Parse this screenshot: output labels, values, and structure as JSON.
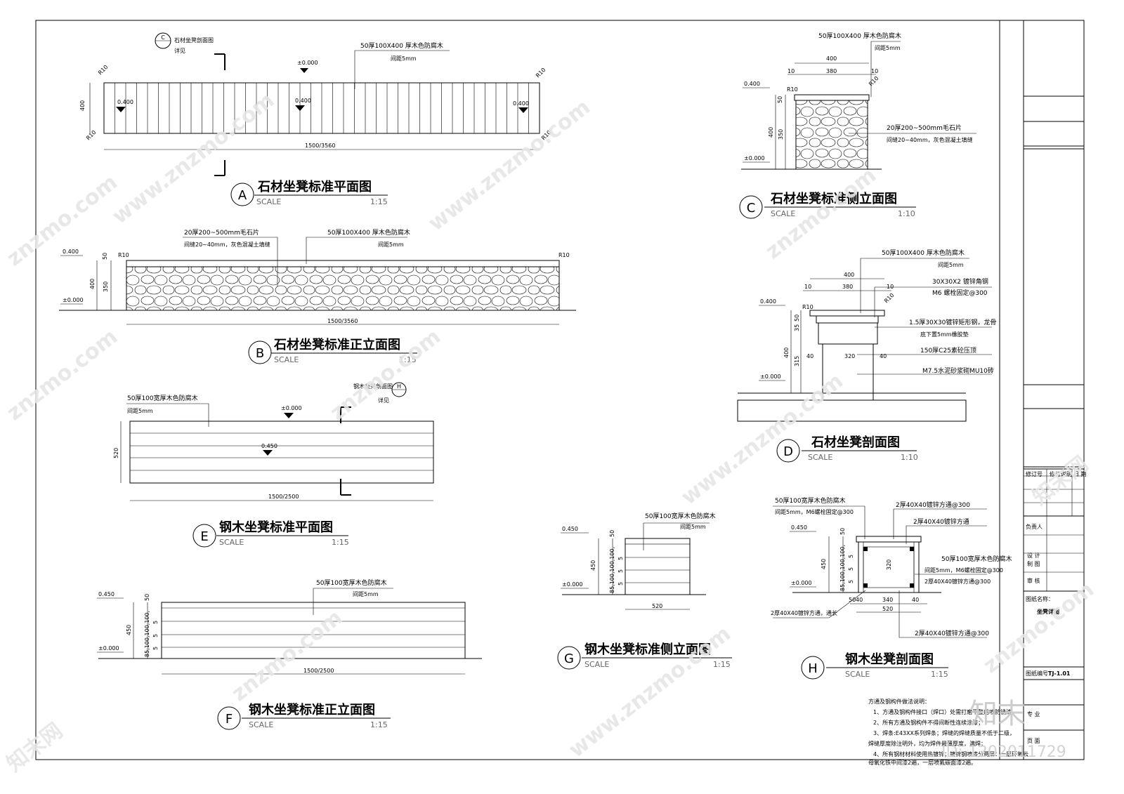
{
  "views": {
    "A": {
      "letter": "A",
      "title": "石材坐凳标准平面图",
      "scale_word": "SCALE",
      "scale": "1:15",
      "section_ref": "石材坐凳剖面图",
      "section_ref_sub": "详见",
      "section_letter": "C",
      "wood_note": "50厚100X400  厚木色防腐木",
      "wood_gap": "间距5mm",
      "elev_zero": "±0.000",
      "elev_top": "0.400",
      "dim_h": "400",
      "dim_len": "1500/3560",
      "radius": "R10"
    },
    "B": {
      "letter": "B",
      "title": "石材坐凳标准正立面图",
      "scale_word": "SCALE",
      "scale": "1:15",
      "stone_note": "20厚200~500mm毛石片",
      "stone_note2": "间缝20~40mm，灰色混凝土填缝",
      "wood_note": "50厚100X400  厚木色防腐木",
      "wood_gap": "间距5mm",
      "elev_top": "0.400",
      "elev_zero": "±0.000",
      "d50": "50",
      "d400": "400",
      "d350": "350",
      "dim_len": "1500/3560",
      "radius": "R10"
    },
    "C": {
      "letter": "C",
      "title": "石材坐凳标准侧立面图",
      "scale_word": "SCALE",
      "scale": "1:10",
      "wood_note": "50厚100X400  厚木色防腐木",
      "wood_gap": "间距5mm",
      "stone_note": "20厚200~500mm毛石片",
      "stone_note2": "间缝20~40mm，灰色混凝土填缝",
      "d400": "400",
      "d380": "380",
      "d10": "10",
      "d50": "50",
      "d350": "350",
      "elev_top": "0.400",
      "elev_zero": "±0.000",
      "radius": "R10"
    },
    "D": {
      "letter": "D",
      "title": "石材坐凳剖面图",
      "scale_word": "SCALE",
      "scale": "1:10",
      "wood_note": "50厚100X400  厚木色防腐木",
      "wood_gap": "间距5mm",
      "note1": "30X30X2  镀锌角钢",
      "note2": "M6 螺栓固定@300",
      "note3": "1.5厚30X30镀锌矩形钢，龙骨",
      "note4": "底下置5mm橡胶垫",
      "note5": "150厚C25素砼压顶",
      "note6": "M7.5水泥砂浆砌MU10砖",
      "d400": "400",
      "d380": "380",
      "d10": "10",
      "d35": "35",
      "d50": "50",
      "d315": "315",
      "d40": "40",
      "d320": "320",
      "elev_top": "0.400",
      "elev_zero": "±0.000",
      "radius": "R10"
    },
    "E": {
      "letter": "E",
      "title": "钢木坐凳标准平面图",
      "scale_word": "SCALE",
      "scale": "1:15",
      "wood_note": "50厚100宽厚木色防腐木",
      "wood_gap": "间距5mm",
      "section_ref": "钢木坐凳剖面图",
      "section_ref_sub": "详见",
      "section_letter": "H",
      "elev_zero": "±0.000",
      "elev_seat": "0.450",
      "dim_h": "520",
      "dim_len": "1500/2500"
    },
    "F": {
      "letter": "F",
      "title": "钢木坐凳标准正立面图",
      "scale_word": "SCALE",
      "scale": "1:15",
      "wood_note": "50厚100宽厚木色防腐木",
      "wood_gap": "间距5mm",
      "elev_top": "0.450",
      "elev_zero": "±0.000",
      "d450": "450",
      "d50": "50",
      "d_stack": "85,100,100,100,",
      "d5": "5",
      "dim_len": "1500/2500"
    },
    "G": {
      "letter": "G",
      "title": "钢木坐凳标准侧立面图",
      "scale_word": "SCALE",
      "scale": "1:15",
      "wood_note": "50厚100宽厚木色防腐木",
      "wood_gap": "间距5mm",
      "elev_top": "0.450",
      "elev_zero": "±0.000",
      "d450": "450",
      "d50": "50",
      "d_stack": "85,100,100,100,",
      "d5": "5",
      "d520": "520"
    },
    "H": {
      "letter": "H",
      "title": "钢木坐凳剖面图",
      "scale_word": "SCALE",
      "scale": "1:15",
      "wood_note": "50厚100宽厚木色防腐木",
      "wood_gap": "间距5mm，M6螺栓固定@300",
      "note1": "2厚40X40镀锌方通@300",
      "note2": "2厚40X40镀锌方通",
      "note3": "50厚100宽厚木色防腐木",
      "note4": "间距5mm，M6螺栓固定@300",
      "note5": "2厚40X40镀锌方通@300",
      "note6": "2厚40X40镀锌方通，通长",
      "note7": "2厚40X40镀锌方通@300",
      "elev_top": "0.450",
      "elev_zero": "±0.000",
      "d450": "450",
      "d50": "50",
      "d_stack": "85,100,100,100,",
      "d5": "5",
      "d320": "320",
      "d340": "340",
      "d40": "40",
      "d520": "520"
    }
  },
  "notes": {
    "heading": "方通及钢构件做法说明：",
    "lines": [
      "1、方通及钢构件接口（焊口）处需打磨平整后喷防锈漆",
      "2、所有方通及钢构件不得间断性连续涂漆；",
      "3、焊条:E43XX系列焊条；焊缝的焊缝质量不低于二级，",
      "焊缝厚度除注明外，均为焊件最薄厚度，满焊；",
      "4、所有钢材材料使用热镀锌；镀锌钢喷漆分两层：一层环氧云",
      "母氧化铁中间漆2遍，一层喷氟碳面漆2遍。"
    ]
  },
  "title_block": {
    "rev_no": "修订号",
    "rev_desc": "修订说明",
    "rev_date": "日 期",
    "responsible": "负责人",
    "design": "设 计",
    "draw": "制 图",
    "check": "审 核",
    "drawing_name_label": "图纸名称：",
    "drawing_name": "坐凳详图",
    "drawing_no_label": "图纸编号：",
    "drawing_no": "TJ-1.01",
    "pro": "专 业",
    "page": "页 面"
  },
  "watermark": {
    "site": "znzmo.com",
    "site_full": "www.znzmo.com",
    "brand": "知末网",
    "logo": "知末",
    "id": "ID: 1202011729"
  }
}
